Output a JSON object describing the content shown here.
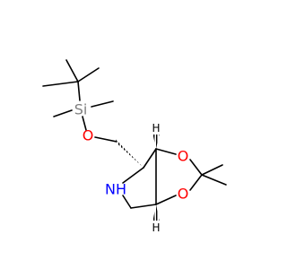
{
  "atoms": {
    "si": {
      "label": "Si",
      "color": "#808080"
    },
    "o_ether": {
      "label": "O",
      "color": "#ff0000"
    },
    "o_ring_top": {
      "label": "O",
      "color": "#ff0000"
    },
    "o_ring_bottom": {
      "label": "O",
      "color": "#ff0000"
    },
    "nh": {
      "label": "NH",
      "color": "#0000ff"
    },
    "h_top": {
      "label": "H",
      "color": "#000000"
    },
    "h_bottom": {
      "label": "H",
      "color": "#000000"
    }
  },
  "bond_color": "#000000"
}
